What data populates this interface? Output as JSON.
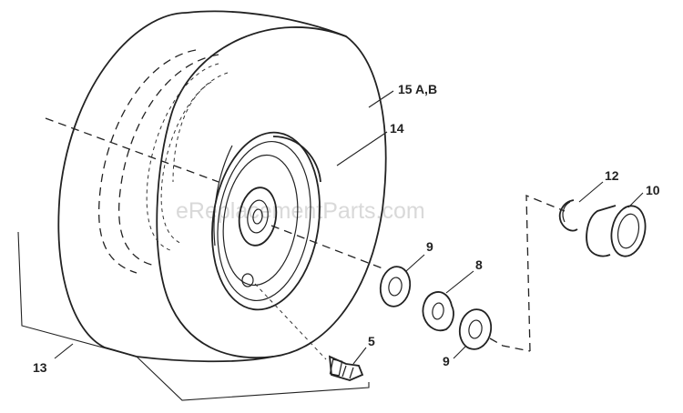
{
  "watermark": "eReplacementParts.com",
  "callouts": {
    "p15": "15 A,B",
    "p14": "14",
    "p12": "12",
    "p10": "10",
    "p9a": "9",
    "p8": "8",
    "p9b": "9",
    "p5": "5",
    "p13": "13"
  }
}
